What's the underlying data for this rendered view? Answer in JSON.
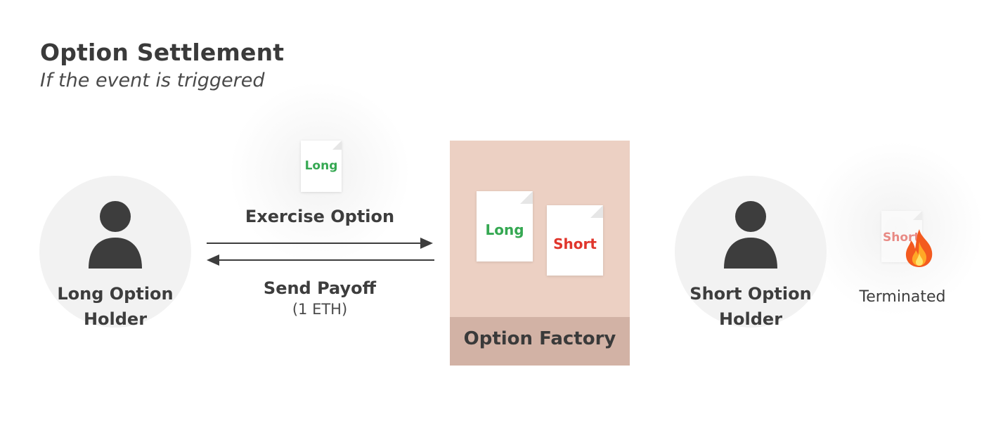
{
  "header": {
    "title": "Option Settlement",
    "subtitle": "If the event is triggered"
  },
  "long_holder": {
    "label_line1": "Long Option",
    "label_line2": "Holder"
  },
  "short_holder": {
    "label_line1": "Short Option",
    "label_line2": "Holder"
  },
  "exercise": {
    "doc_label": "Long",
    "label": "Exercise Option"
  },
  "payoff": {
    "label": "Send Payoff",
    "amount": "(1 ETH)"
  },
  "factory": {
    "long_doc_label": "Long",
    "short_doc_label": "Short",
    "label": "Option Factory"
  },
  "burned": {
    "doc_label": "Short",
    "status": "Terminated",
    "icon": "fire-icon"
  },
  "colors": {
    "long_green": "#35a852",
    "short_red": "#e0362c",
    "factory_bg": "#ecd0c3",
    "factory_bar": "#d2b2a5",
    "person": "#3d3d3d"
  }
}
